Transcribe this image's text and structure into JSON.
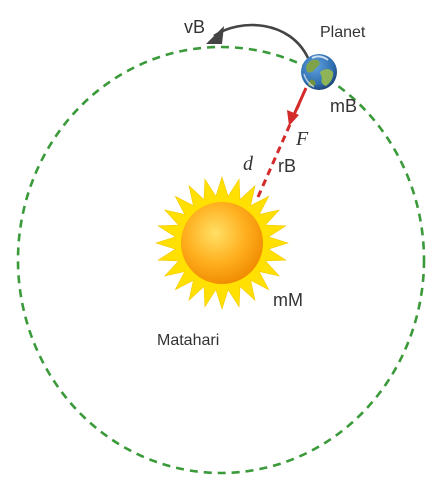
{
  "labels": {
    "velocity": "vB",
    "planet": "Planet",
    "planet_mass": "mB",
    "force": "F",
    "distance_symbol": "d",
    "radius": "rB",
    "sun_mass": "mM",
    "sun": "Matahari"
  },
  "colors": {
    "orbit": "#3a9a3a",
    "force": "#d42a2a",
    "arrow": "#444444",
    "sun_core": "#ffa20e",
    "sun_rays": "#ffe000",
    "planet_ocean": "#2f6fb0",
    "planet_land": "#7fa34a",
    "text": "#333333"
  },
  "icons": {
    "planet": "earth-globe-icon",
    "sun": "sun-icon"
  }
}
